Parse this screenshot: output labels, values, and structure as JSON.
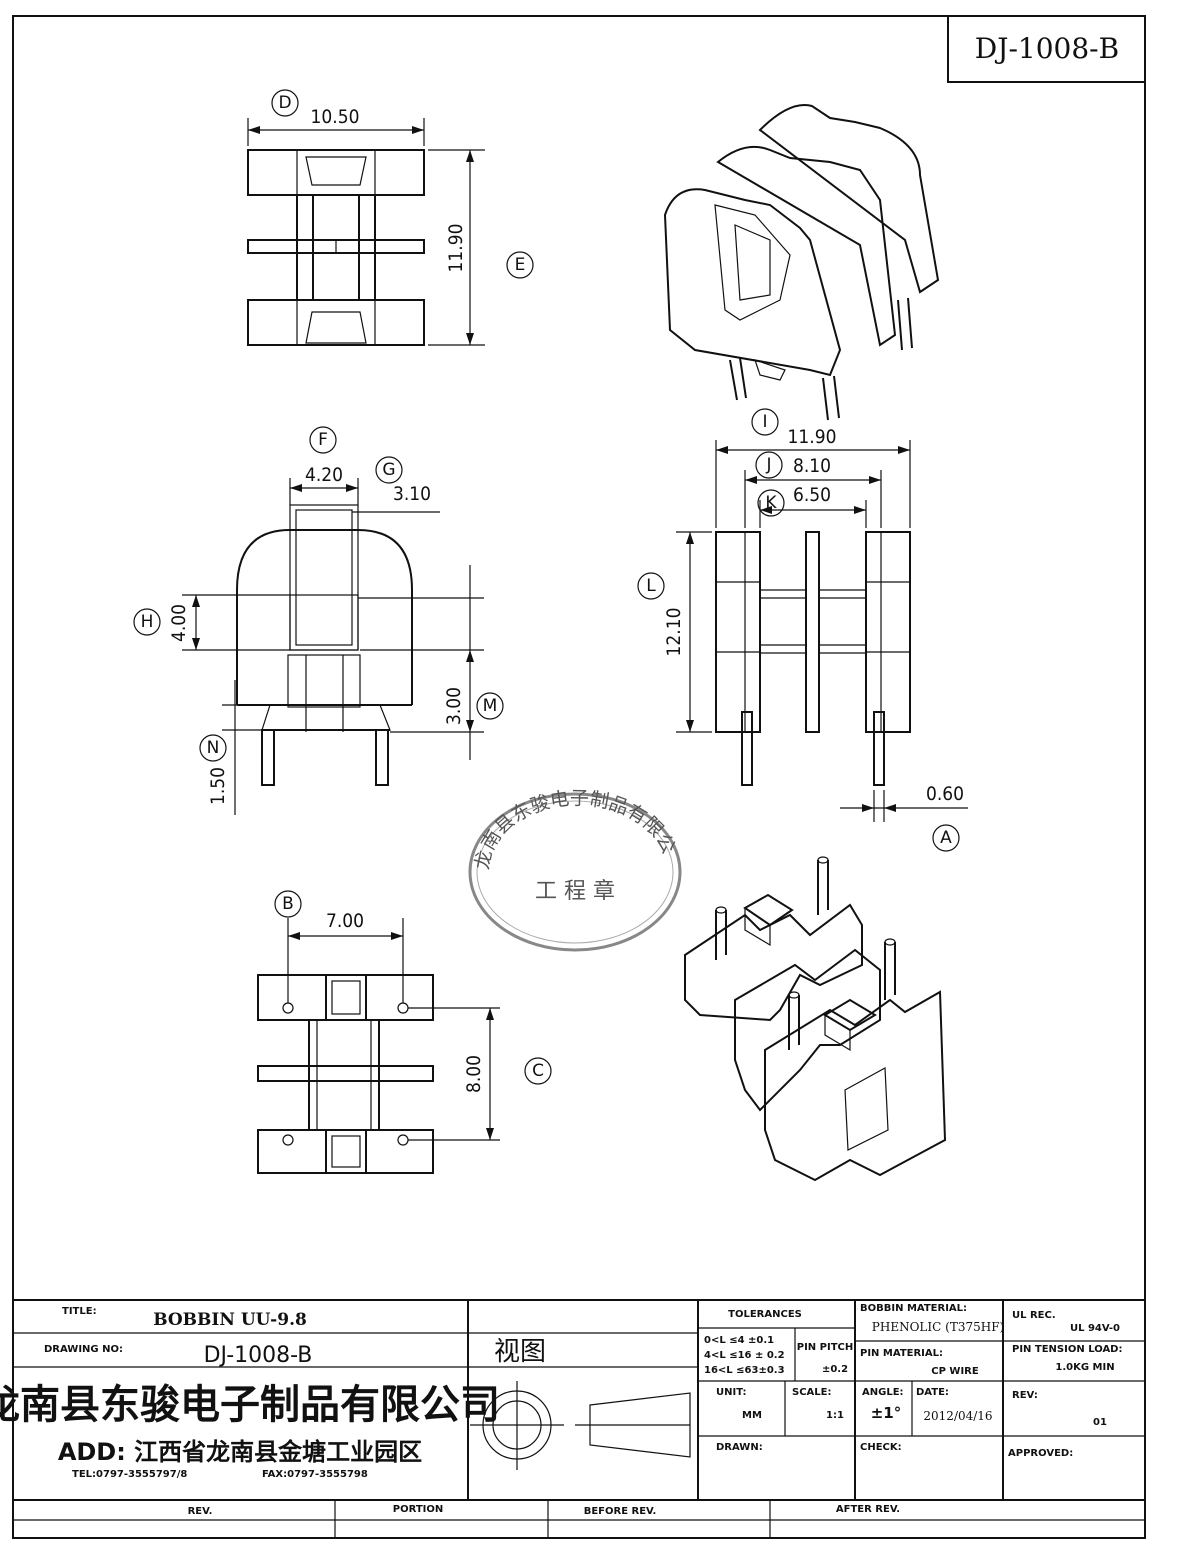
{
  "drawing_id": "DJ-1008-B",
  "dimensions": {
    "D": "10.50",
    "E": "11.90",
    "F": "4.20",
    "G": "3.10",
    "H": "4.00",
    "M": "3.00",
    "N": "1.50",
    "I": "11.90",
    "J": "8.10",
    "K": "6.50",
    "L": "12.10",
    "A": "0.60",
    "B": "7.00",
    "C": "8.00"
  },
  "labels": [
    "D",
    "E",
    "F",
    "G",
    "H",
    "M",
    "N",
    "I",
    "J",
    "K",
    "L",
    "A",
    "B",
    "C"
  ],
  "stamp": {
    "company": "龙南县东骏电子制品有限公司",
    "title": "工 程 章"
  },
  "title_block": {
    "title_label": "TITLE:",
    "title_value": "BOBBIN UU-9.8",
    "drawing_no_label": "DRAWING NO:",
    "drawing_no_value": "DJ-1008-B",
    "view_label": "视图",
    "company_name": "龙南县东骏电子制品有限公司",
    "address": "ADD: 江西省龙南县金塘工业园区",
    "tel": "TEL:0797-3555797/8",
    "fax": "FAX:0797-3555798",
    "tolerances_label": "TOLERANCES",
    "tol_rows": [
      "0<L ≤4  ±0.1",
      "4<L ≤16 ± 0.2",
      "16<L ≤63±0.3"
    ],
    "pin_pitch_label": "PIN PITCH",
    "pin_pitch_value": "±0.2",
    "bobbin_material_label": "BOBBIN MATERIAL:",
    "bobbin_material_value": "PHENOLIC (T375HF)",
    "ul_rec_label": "UL REC.",
    "ul_rec_value": "UL 94V-0",
    "pin_material_label": "PIN MATERIAL:",
    "pin_material_value": "CP WIRE",
    "pin_tension_label": "PIN TENSION LOAD:",
    "pin_tension_value": "1.0KG MIN",
    "unit_label": "UNIT:",
    "unit_value": "MM",
    "scale_label": "SCALE:",
    "scale_value": "1:1",
    "angle_label": "ANGLE:",
    "angle_value": "±1°",
    "date_label": "DATE:",
    "date_value": "2012/04/16",
    "rev_label": "REV:",
    "rev_value": "01",
    "drawn_label": "DRAWN:",
    "check_label": "CHECK:",
    "approved_label": "APPROVED:",
    "bottom_headers": [
      "REV.",
      "PORTION",
      "BEFORE REV.",
      "AFTER REV."
    ]
  }
}
